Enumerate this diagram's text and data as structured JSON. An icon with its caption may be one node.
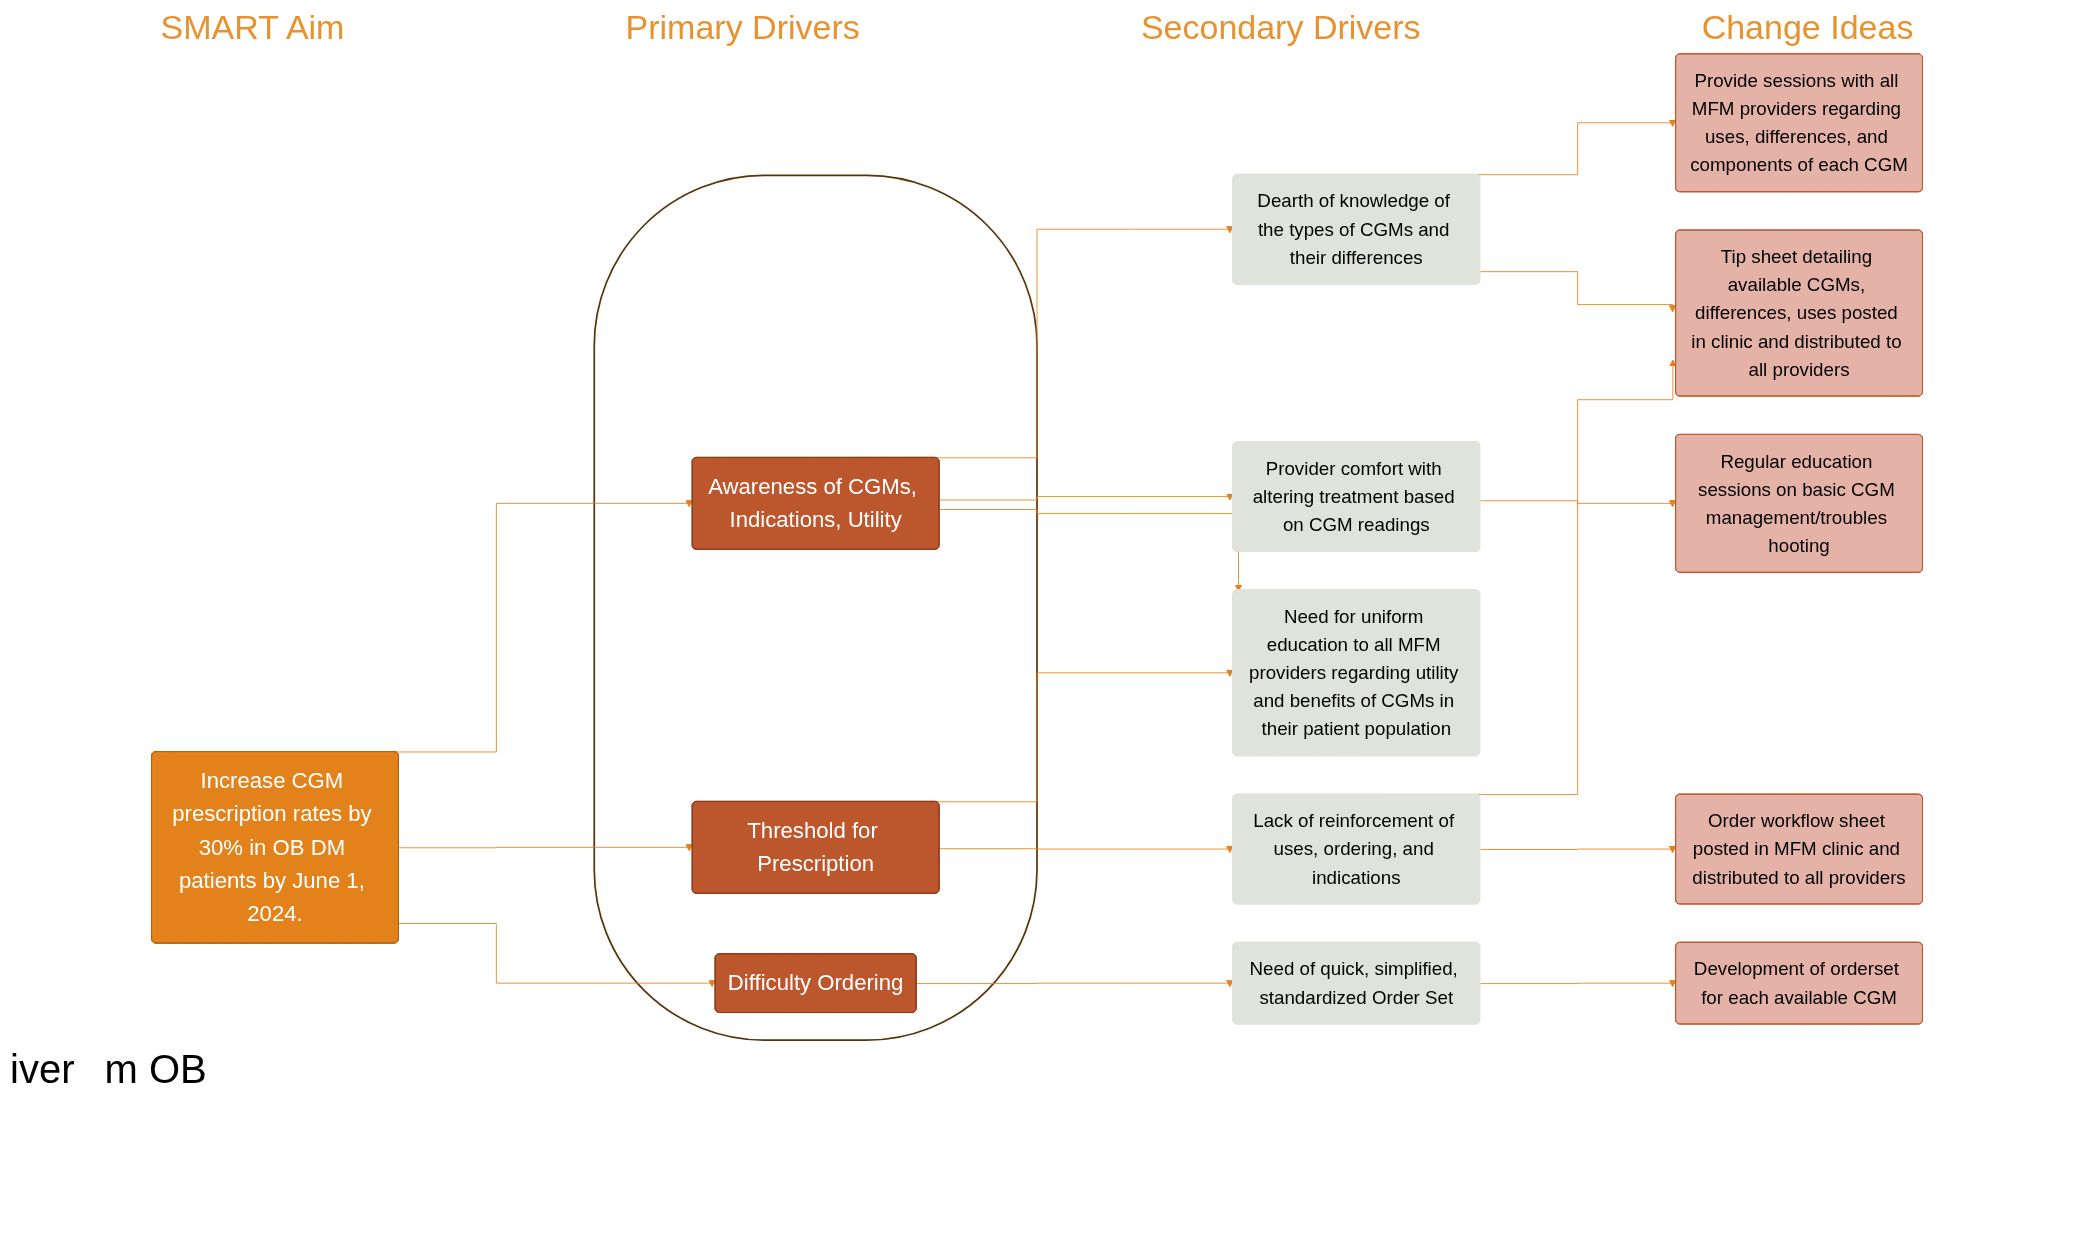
{
  "diagram": {
    "nodes": [
      {
        "text": [
          "Increase CGM prescription rates by 30% in OB DM patients by June 1, 2024."
        ]
      },
      {
        "text": [],
        "shape": "ellipse"
      },
      {
        "text": [
          "Awareness of CGMs, Indications, Utility"
        ],
        "in": 1
      },
      {
        "text": [
          "Threshold for Prescription"
        ],
        "in": 1
      },
      {
        "text": [
          "Difficulty Ordering"
        ],
        "in": 1
      },
      {
        "text": [
          "Dearth of knowledge of the types of CGMs and their differences"
        ]
      },
      {
        "text": [
          "Provider comfort with altering treatment based on CGM readings"
        ]
      },
      {
        "text": [
          "Need for uniform education to all MFM providers regarding utility and benefits of CGMs in their patient population"
        ]
      },
      {
        "text": [
          "Lack of reinforcement of uses, ordering, and indications"
        ]
      },
      {
        "text": [
          "Need of quick, simplified, standardized Order Set"
        ]
      },
      {
        "text": [
          "Provide sessions with all MFM providers regarding uses, differences, and components of each CGM"
        ]
      },
      {
        "text": [
          "Regular education sessions on basic CGM management/troubles hooting"
        ]
      },
      {
        "text": [
          "Tip sheet detailing available CGMs, differences, uses posted in clinic and distributed to all providers"
        ]
      },
      {
        "text": [
          "Order workflow sheet posted in MFM clinic and distributed to all providers"
        ]
      },
      {
        "text": [
          "Development of orderset for each available CGM"
        ]
      }
    ],
    "edges": [
      {
        "from": 0,
        "to": 2,
        "arrow": "to"
      },
      {
        "from": 0,
        "to": 3,
        "arrow": "to"
      },
      {
        "from": 0,
        "to": 4,
        "arrow": "to"
      },
      {
        "from": 2,
        "to": 5,
        "arrow": "to"
      },
      {
        "from": 2,
        "to": 6,
        "arrow": "to"
      },
      {
        "from": 2,
        "to": 7,
        "arrow": "to"
      },
      {
        "from": 3,
        "to": 7,
        "arrow": "to"
      },
      {
        "from": 3,
        "to": 8,
        "arrow": "to"
      },
      {
        "from": 4,
        "to": 9,
        "arrow": "to"
      },
      {
        "from": 5,
        "to": 10,
        "arrow": "to"
      },
      {
        "from": 5,
        "to": 12,
        "arrow": "to"
      },
      {
        "from": 6,
        "to": 11,
        "arrow": "to"
      },
      {
        "from": 8,
        "to": 12,
        "arrow": "to"
      },
      {
        "from": 8,
        "to": 13,
        "arrow": "to"
      },
      {
        "from": 9,
        "to": 14,
        "arrow": "to"
      }
    ],
    "labels": [
      "SMART Aim",
      "Primary Drivers",
      "Secondary Drivers",
      "Change Ideas",
      "iver",
      "m OB"
    ]
  }
}
